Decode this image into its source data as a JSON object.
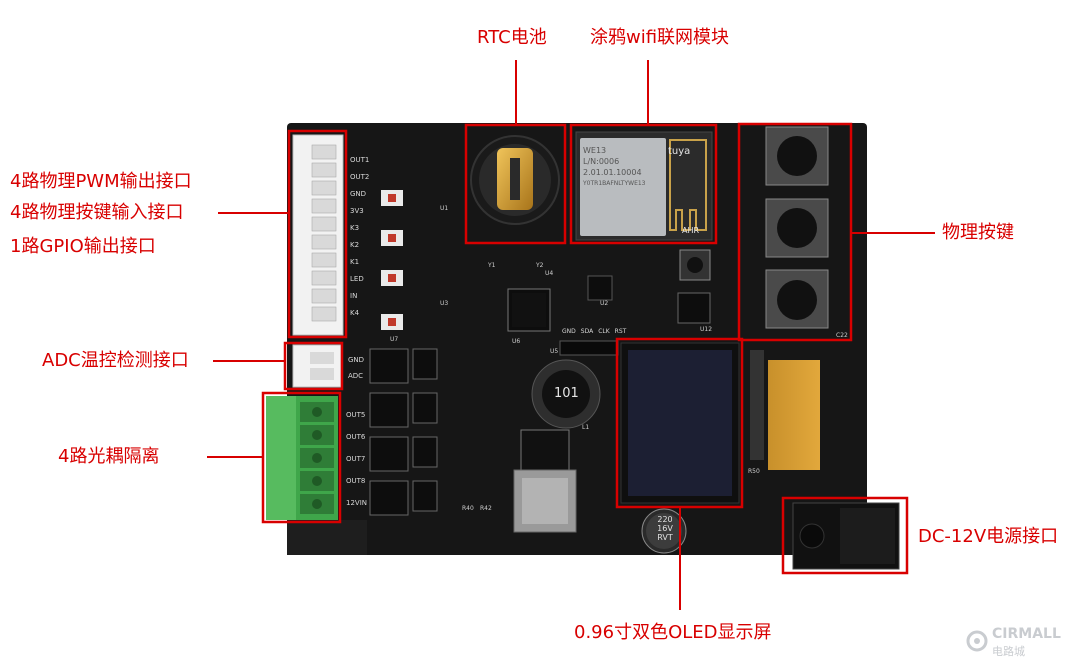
{
  "labels": {
    "rtc_battery": "RTC电池",
    "wifi_module": "涂鸦wifi联网模块",
    "pwm_output": "4路物理PWM输出接口",
    "key_input": "4路物理按键输入接口",
    "gpio_output": "1路GPIO输出接口",
    "adc": "ADC温控检测接口",
    "optocoupler": "4路光耦隔离",
    "physical_keys": "物理按键",
    "dc_power": "DC-12V电源接口",
    "oled": "0.96寸双色OLED显示屏"
  },
  "board": {
    "wifi_module_text": [
      "WE13",
      "L/N:0006",
      "2.01.01.10004",
      "Y0TR1BAFNLTYWE13"
    ],
    "wifi_brand": "tuya",
    "wifi_corner": "AHR",
    "inductor_text": "101",
    "capacitor_text": [
      "220",
      "16V",
      "RVT"
    ],
    "silk_left": [
      "OUT1",
      "OUT2",
      "GND",
      "3V3",
      "K3",
      "K2",
      "K1",
      "LED",
      "IN",
      "K4"
    ],
    "silk_adc": [
      "GND",
      "ADC"
    ],
    "silk_opto": [
      "OUT5",
      "OUT6",
      "OUT7",
      "OUT8",
      "12VIN"
    ],
    "silk_header": [
      "GND",
      "SDA",
      "CLK",
      "RST"
    ],
    "silk_misc": [
      "U1",
      "U2",
      "U3",
      "U4",
      "U5",
      "U6",
      "U7",
      "U12",
      "C22",
      "L1",
      "R50",
      "R40",
      "R42",
      "Y1",
      "Y2"
    ]
  },
  "watermark": {
    "brand": "CIRMALL",
    "sub": "电路城"
  }
}
